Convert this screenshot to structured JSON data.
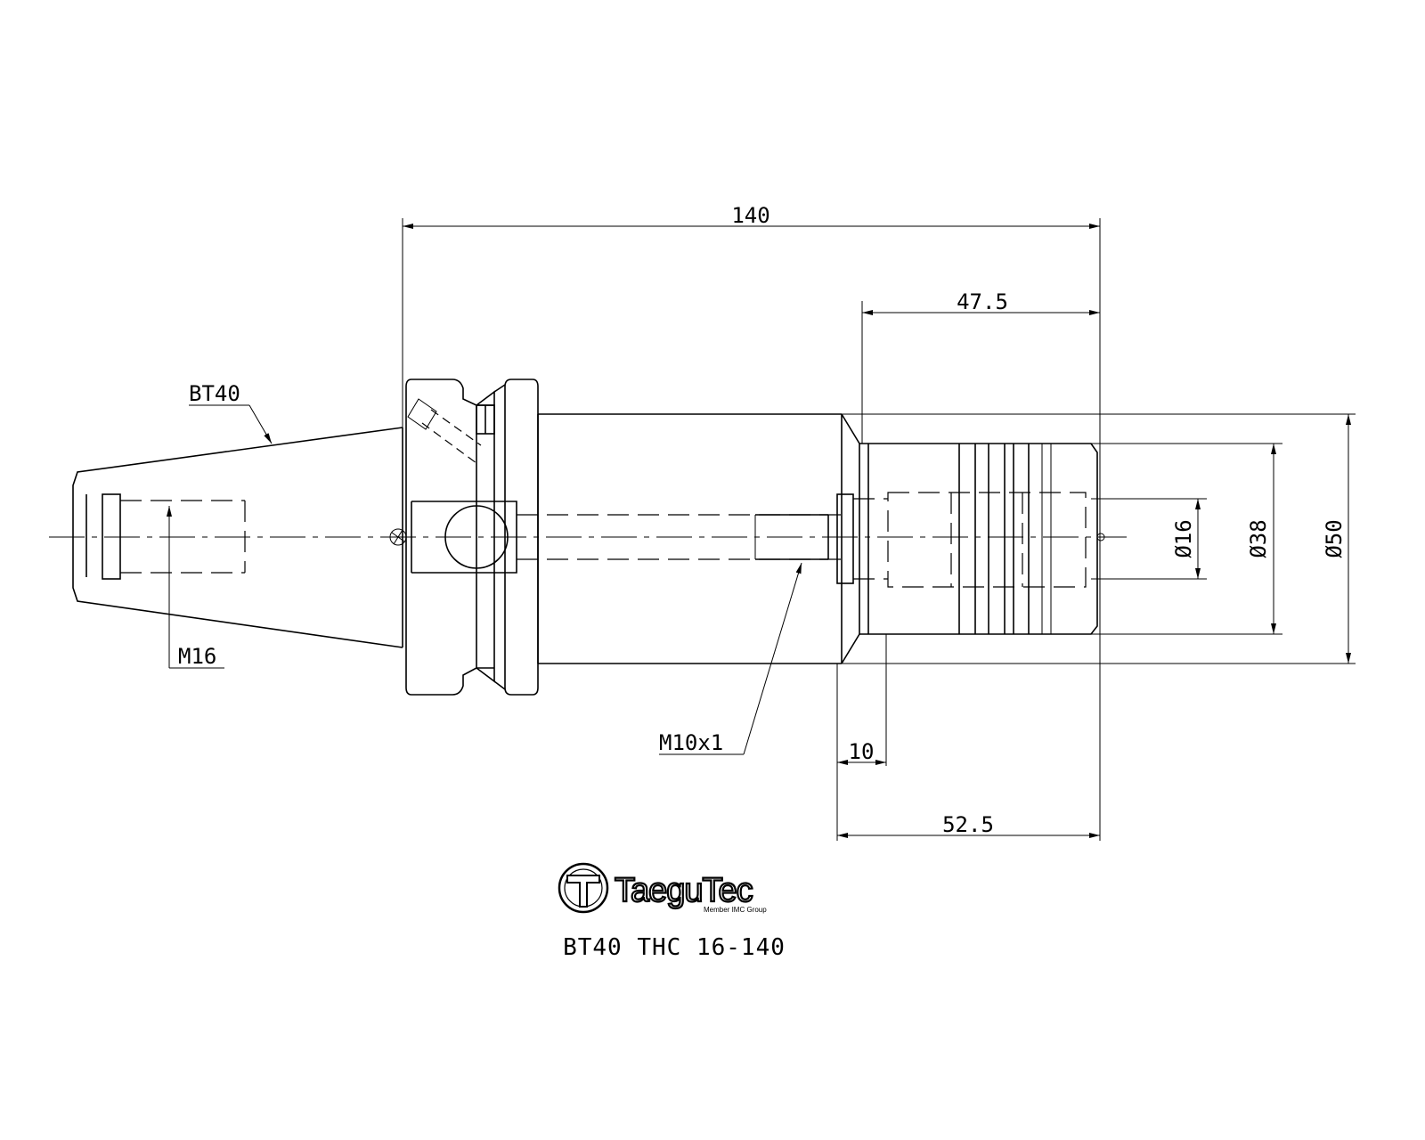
{
  "drawing": {
    "dimensions": {
      "overall_length": "140",
      "clamp_length": "47.5",
      "short_length": "10",
      "body_length": "52.5",
      "bore_diameter": "Ø16",
      "nose_diameter": "Ø38",
      "body_diameter": "Ø50"
    },
    "labels": {
      "taper": "BT40",
      "pull_stud_thread": "M16",
      "coolant_thread": "M10x1"
    }
  },
  "logo": {
    "brand": "TaeguTec",
    "tagline": "Member IMC Group"
  },
  "model_code": "BT40 THC 16-140"
}
